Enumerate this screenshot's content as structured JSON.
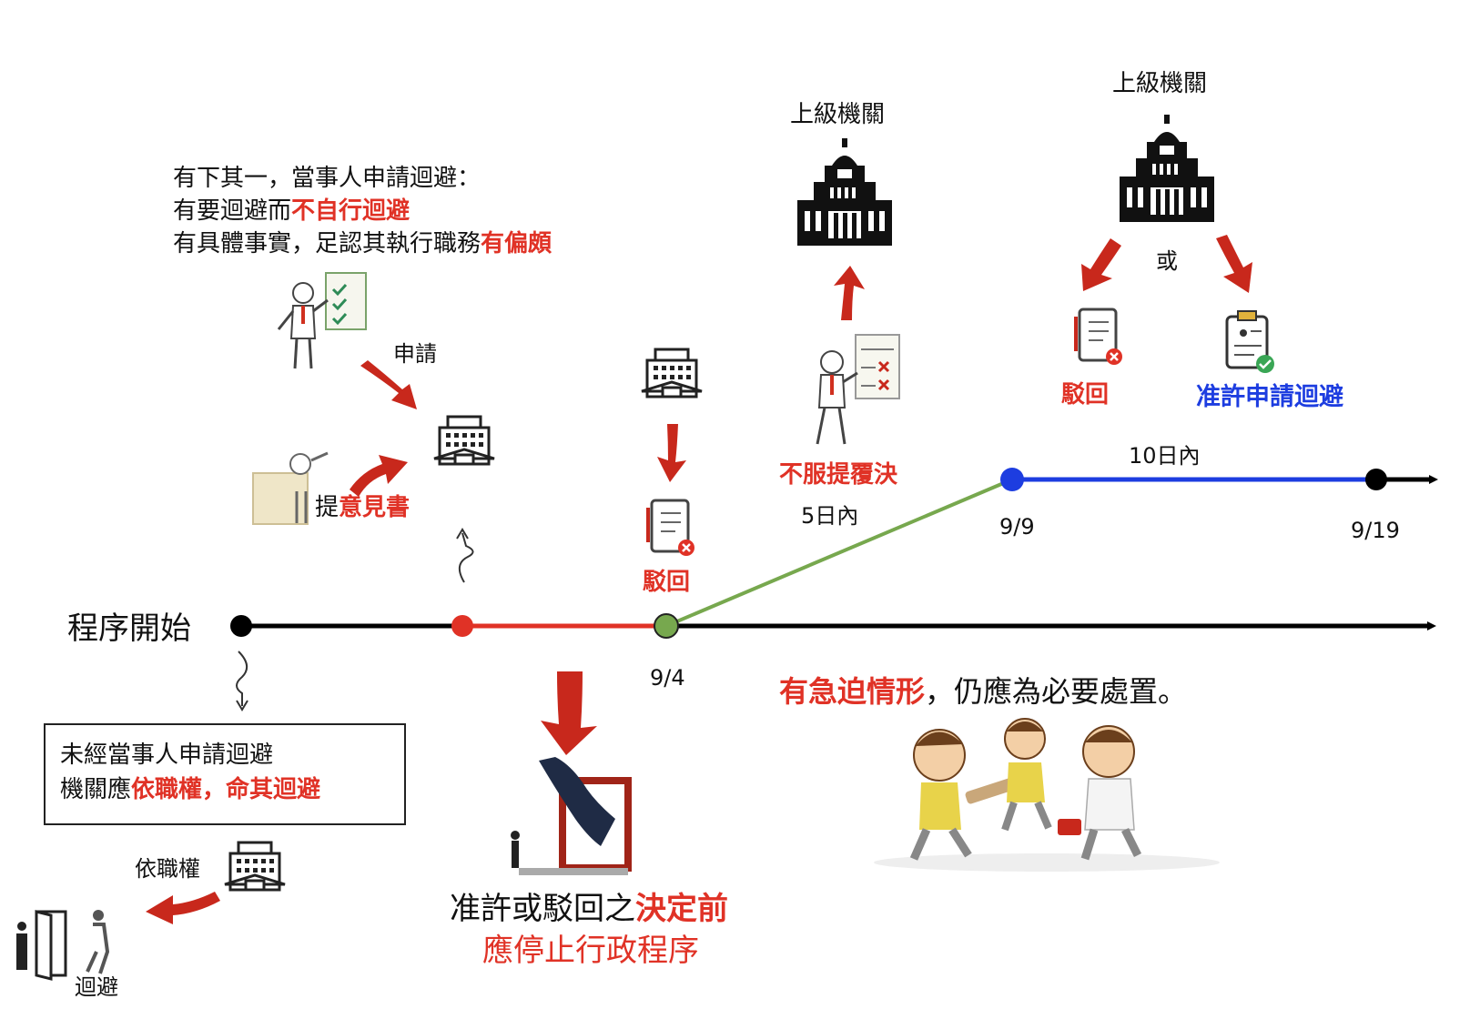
{
  "start_label": "程序開始",
  "conditions": {
    "line1": "有下其一，當事人申請迴避：",
    "line2_prefix": "有要迴避而",
    "line2_red": "不自行迴避",
    "line3_prefix": "有具體事實，足認其執行職務",
    "line3_red": "有偏頗"
  },
  "apply_label": "申請",
  "opinion_prefix": "提",
  "opinion_red": "意見書",
  "reject_label_1": "駁回",
  "date_94": "9/4",
  "objection_label": "不服提覆決",
  "within_5_days": "5日內",
  "superior_agency_1": "上級機關",
  "superior_agency_2": "上級機關",
  "or_label": "或",
  "reject_label_2": "駁回",
  "approve_label": "准許申請迴避",
  "within_10_days": "10日內",
  "date_99": "9/9",
  "date_919": "9/19",
  "urgent_red": "有急迫情形",
  "urgent_rest": "，仍應為必要處置。",
  "box": {
    "line1": "未經當事人申請迴避",
    "line2_prefix": "機關應",
    "line2_red": "依職權，命其迴避"
  },
  "ex_officio_label": "依職權",
  "recuse_label": "迴避",
  "decision_prefix": "准許或駁回之",
  "decision_red": "決定前",
  "stop_procedure": "應停止行政程序",
  "colors": {
    "black": "#000000",
    "red_line": "#e03226",
    "green_line": "#77a84e",
    "blue_line": "#1d3de0",
    "arrow_red": "#c8281c"
  }
}
